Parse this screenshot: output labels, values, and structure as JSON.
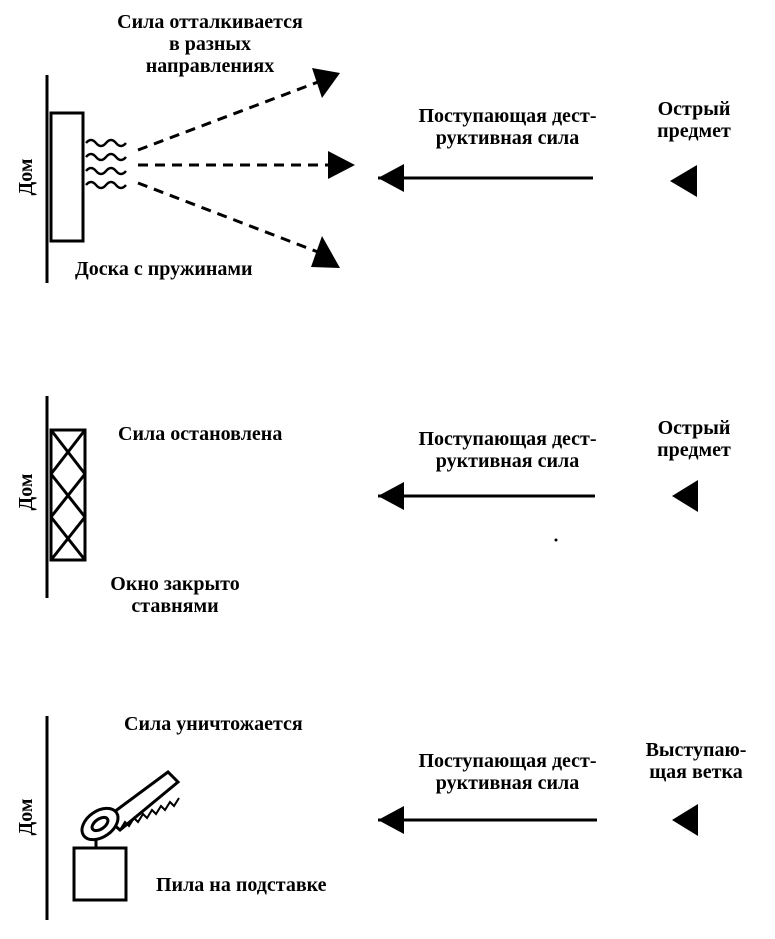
{
  "panels": [
    {
      "house": "Дом",
      "result": "Сила отталкивается\nв разных\nнаправлениях",
      "defense": "Доска с пружинами",
      "force": "Поступающая дест-\nруктивная сила",
      "source": "Острый\nпредмет"
    },
    {
      "house": "Дом",
      "result": "Сила остановлена",
      "defense": "Окно закрыто\nставнями",
      "force": "Поступающая дест-\nруктивная сила",
      "source": "Острый\nпредмет"
    },
    {
      "house": "Дом",
      "result": "Сила уничтожается",
      "defense": "Пила на подставке",
      "force": "Поступающая дест-\nруктивная сила",
      "source": "Выступаю-\nщая ветка"
    }
  ],
  "colors": {
    "ink": "#000000",
    "paper": "#ffffff"
  }
}
